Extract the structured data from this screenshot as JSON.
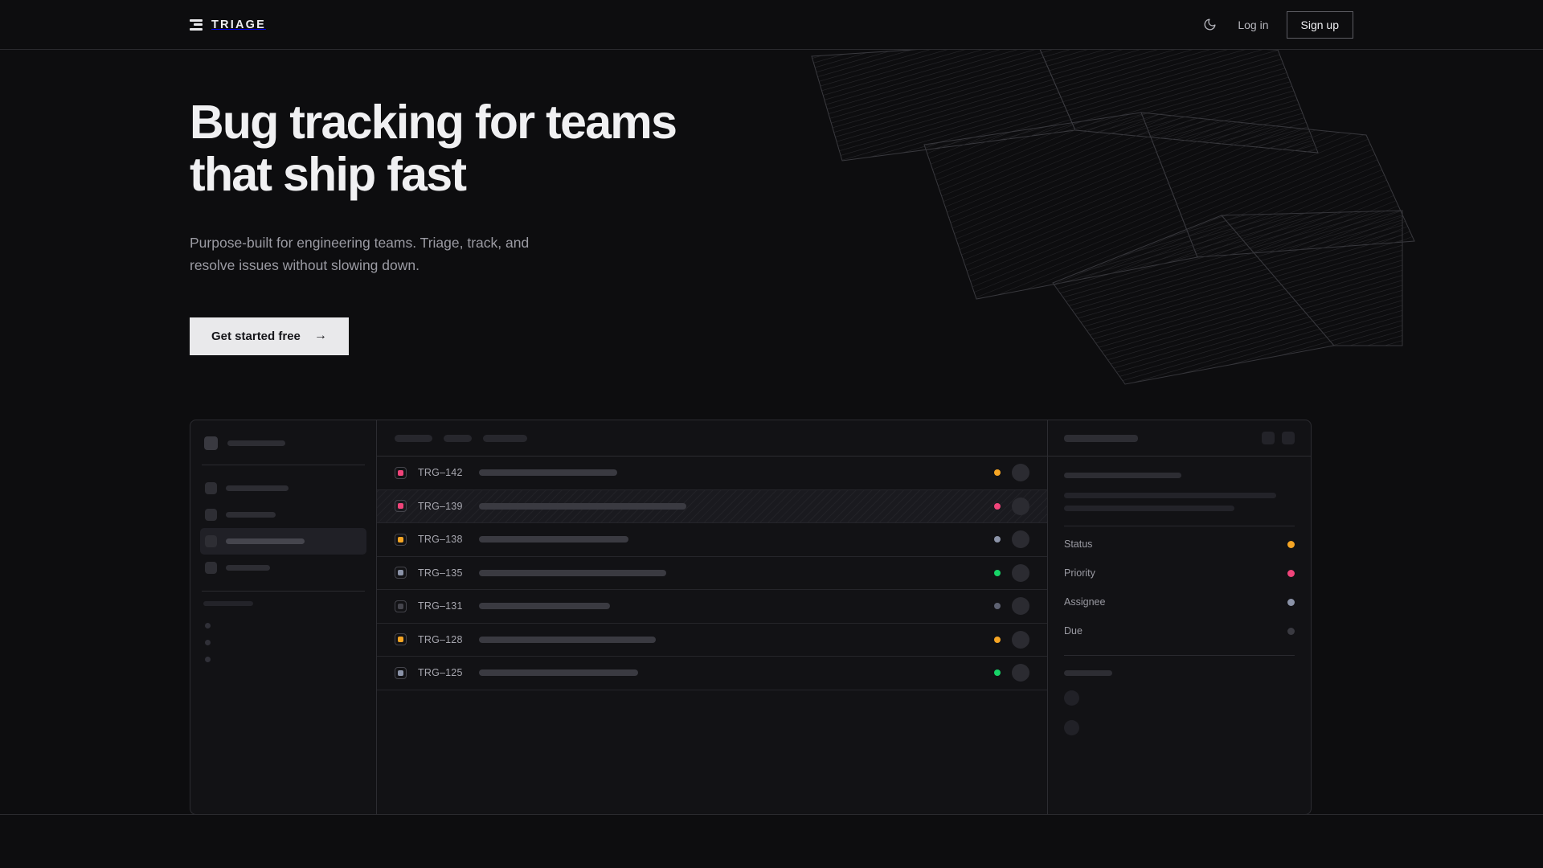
{
  "header": {
    "brand": "TRIAGE",
    "brand_icon": "stacked-bars-logo-icon",
    "theme_toggle_icon": "moon-icon",
    "login_label": "Log in",
    "signup_label": "Sign up"
  },
  "hero": {
    "headline": "Bug tracking for teams\nthat ship fast",
    "subhead": "Purpose-built for engineering teams. Triage, track, and\nresolve issues without slowing down.",
    "cta_label": "Get started free",
    "cta_arrow": "→"
  },
  "mockup": {
    "sidebar": {
      "nav_items": [
        {
          "width": 78
        },
        {
          "width": 62
        },
        {
          "width": 98
        },
        {
          "width": 55
        }
      ],
      "active_index": 2,
      "sub_items": 3
    },
    "list": {
      "toolbar_chips": [
        47,
        35,
        55
      ],
      "rows": [
        {
          "id": "TRG–142",
          "priority_color": "#f0447a",
          "priority_muted": false,
          "title_width": 172,
          "status_color": "#f5a524",
          "selected": false
        },
        {
          "id": "TRG–139",
          "priority_color": "#f0447a",
          "priority_muted": false,
          "title_width": 258,
          "status_color": "#f0447a",
          "selected": true
        },
        {
          "id": "TRG–138",
          "priority_color": "#f5a524",
          "priority_muted": false,
          "title_width": 186,
          "status_color": "#8b93a8",
          "selected": false
        },
        {
          "id": "TRG–135",
          "priority_color": "#8b93a8",
          "priority_muted": false,
          "title_width": 233,
          "status_color": "#17d367",
          "selected": false
        },
        {
          "id": "TRG–131",
          "priority_color": "#45454d",
          "priority_muted": true,
          "title_width": 163,
          "status_color": "#5e6272",
          "selected": false
        },
        {
          "id": "TRG–128",
          "priority_color": "#f5a524",
          "priority_muted": false,
          "title_width": 220,
          "status_color": "#f5a524",
          "selected": false
        },
        {
          "id": "TRG–125",
          "priority_color": "#8b93a8",
          "priority_muted": false,
          "title_width": 198,
          "status_color": "#17d367",
          "selected": false
        }
      ]
    },
    "detail": {
      "title_skeleton_width": 92,
      "header_buttons": 2,
      "body_skeletons": [
        146,
        264,
        212
      ],
      "meta": [
        {
          "label": "Status",
          "color": "#f5a524"
        },
        {
          "label": "Priority",
          "color": "#f0447a"
        },
        {
          "label": "Assignee",
          "color": "#8b93a8"
        },
        {
          "label": "Due",
          "color": "#3a3a41"
        }
      ],
      "activity_label_width": 60,
      "activity_avatars": 2
    }
  },
  "colors": {
    "page_bg": "#0d0d0f",
    "panel_bg": "#121215",
    "border": "#2c2c31",
    "text_primary": "#f0f0f2",
    "text_muted": "#9b9ba3",
    "accent_orange": "#f5a524",
    "accent_pink": "#f0447a",
    "accent_green": "#17d367",
    "accent_slate": "#8b93a8",
    "cta_bg": "#e9e9eb"
  }
}
